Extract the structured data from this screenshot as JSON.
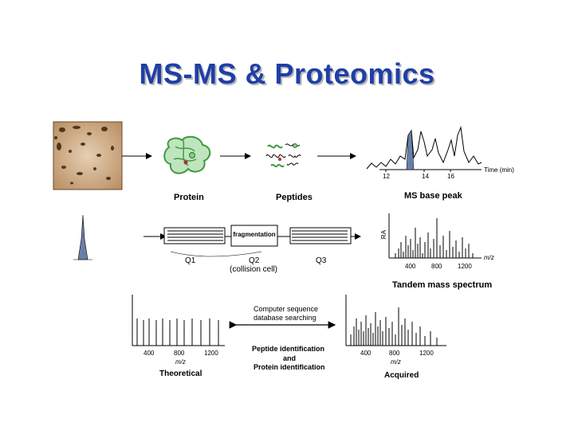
{
  "title": "MS-MS & Proteomics",
  "labels": {
    "protein": "Protein",
    "peptides": "Peptides",
    "ms_base_peak": "MS base peak",
    "time_axis": "Time (min)",
    "time_tick_12": "12",
    "time_tick_14": "14",
    "time_tick_16": "16",
    "fragmentation": "fragmentation",
    "q1": "Q1",
    "q2": "Q2",
    "collision_cell": "(collision cell)",
    "q3": "Q3",
    "ra_axis": "RA",
    "mz_axis": "m/z",
    "tandem_tick_400": "400",
    "tandem_tick_800": "800",
    "tandem_tick_1200": "1200",
    "tandem_mass_spectrum": "Tandem mass spectrum",
    "db_search_line1": "Computer sequence",
    "db_search_line2": "database searching",
    "peptide_id": "Peptide identification",
    "and": "and",
    "protein_id": "Protein identification",
    "theoretical": "Theoretical",
    "acquired": "Acquired",
    "theo_tick_400": "400",
    "theo_tick_800": "800",
    "theo_tick_1200": "1200",
    "theo_mz": "m/z",
    "acq_tick_400": "400",
    "acq_tick_800": "800",
    "acq_tick_1200": "1200",
    "acq_mz": "m/z"
  },
  "colors": {
    "title": "#1f3fa6",
    "title_shadow": "#b8b8b8",
    "gel": "#c9a27a",
    "protein_blob": "#3f9a3f"
  }
}
